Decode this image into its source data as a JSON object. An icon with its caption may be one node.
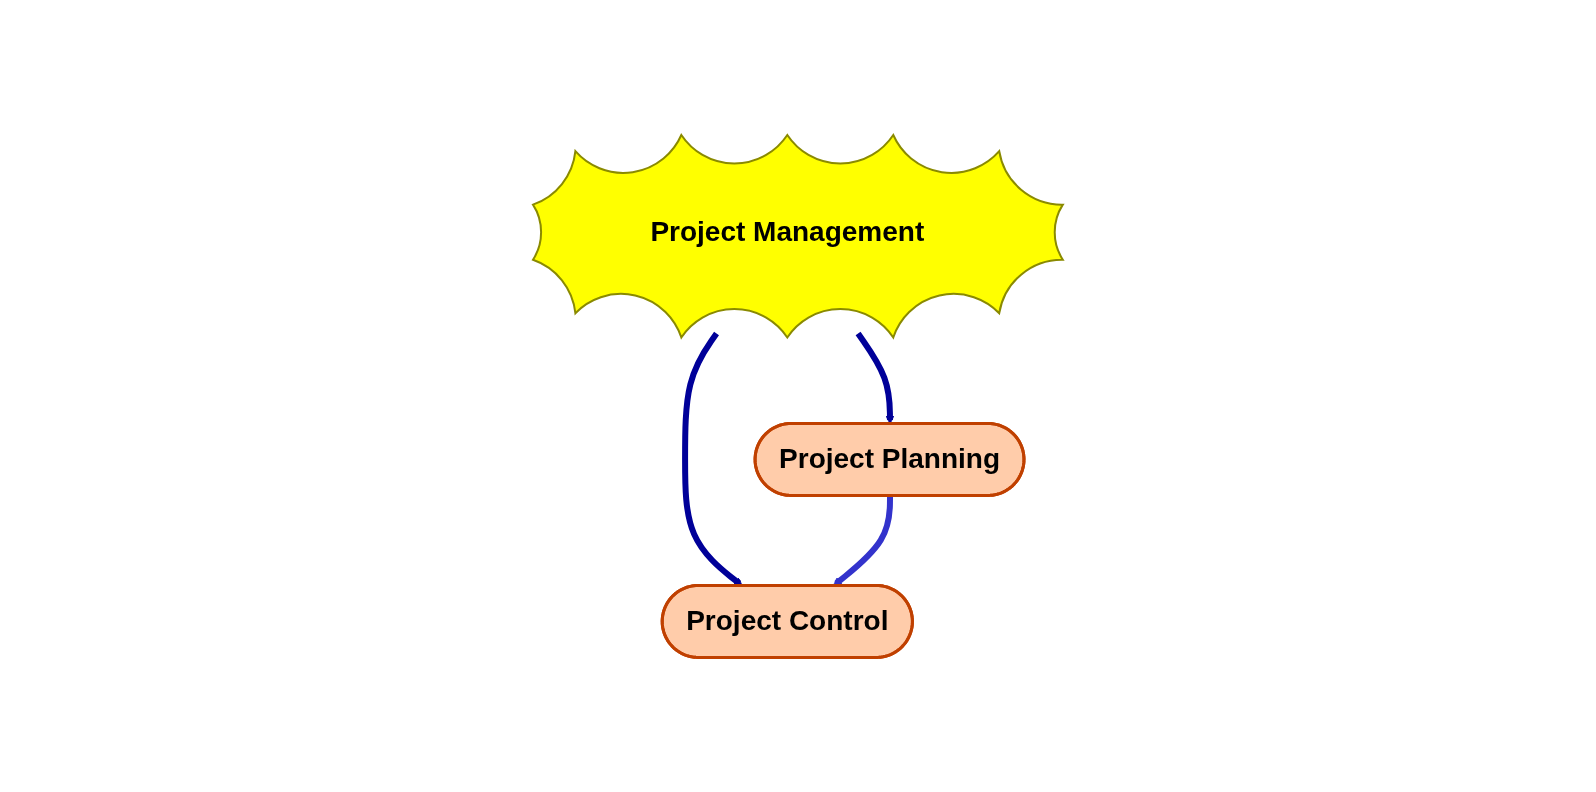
{
  "diagram": {
    "nodes": [
      {
        "text": [
          "Project Management"
        ]
      },
      {
        "text": [
          "Project Planning"
        ]
      },
      {
        "text": [
          "Project Control"
        ]
      }
    ],
    "edges": [
      {
        "from": 0,
        "to": 1,
        "arrow": "to"
      },
      {
        "from": 0,
        "to": 2,
        "arrow": "to"
      },
      {
        "from": 1,
        "to": 2,
        "arrow": "to",
        "color": "#3333cc"
      }
    ]
  }
}
